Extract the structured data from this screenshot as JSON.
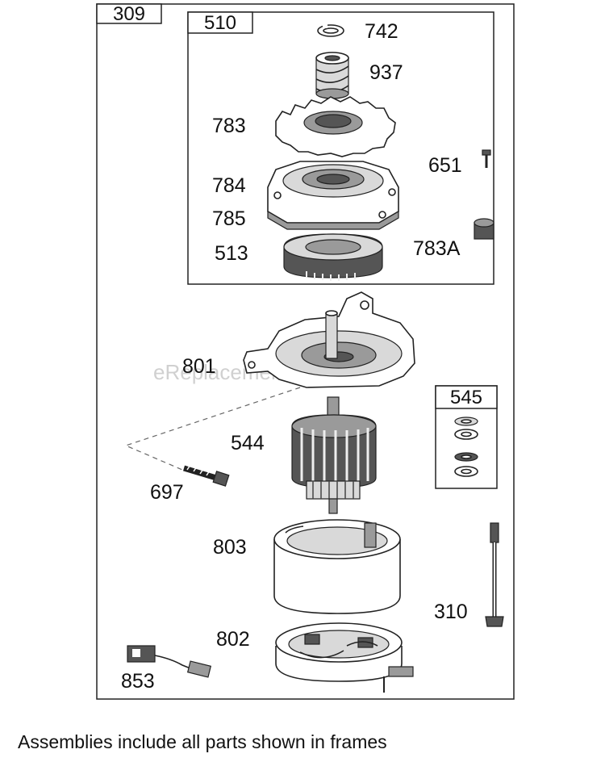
{
  "frames": {
    "outer": "309",
    "top_assembly": "510",
    "washer_set": "545"
  },
  "labels": {
    "p742": "742",
    "p937": "937",
    "p783": "783",
    "p651": "651",
    "p784": "784",
    "p785": "785",
    "p513": "513",
    "p783A": "783A",
    "p801": "801",
    "p544": "544",
    "p697": "697",
    "p803": "803",
    "p310": "310",
    "p802": "802",
    "p853": "853"
  },
  "watermark": "eReplacementParts.com",
  "footer_note": "Assemblies include all parts shown in frames"
}
